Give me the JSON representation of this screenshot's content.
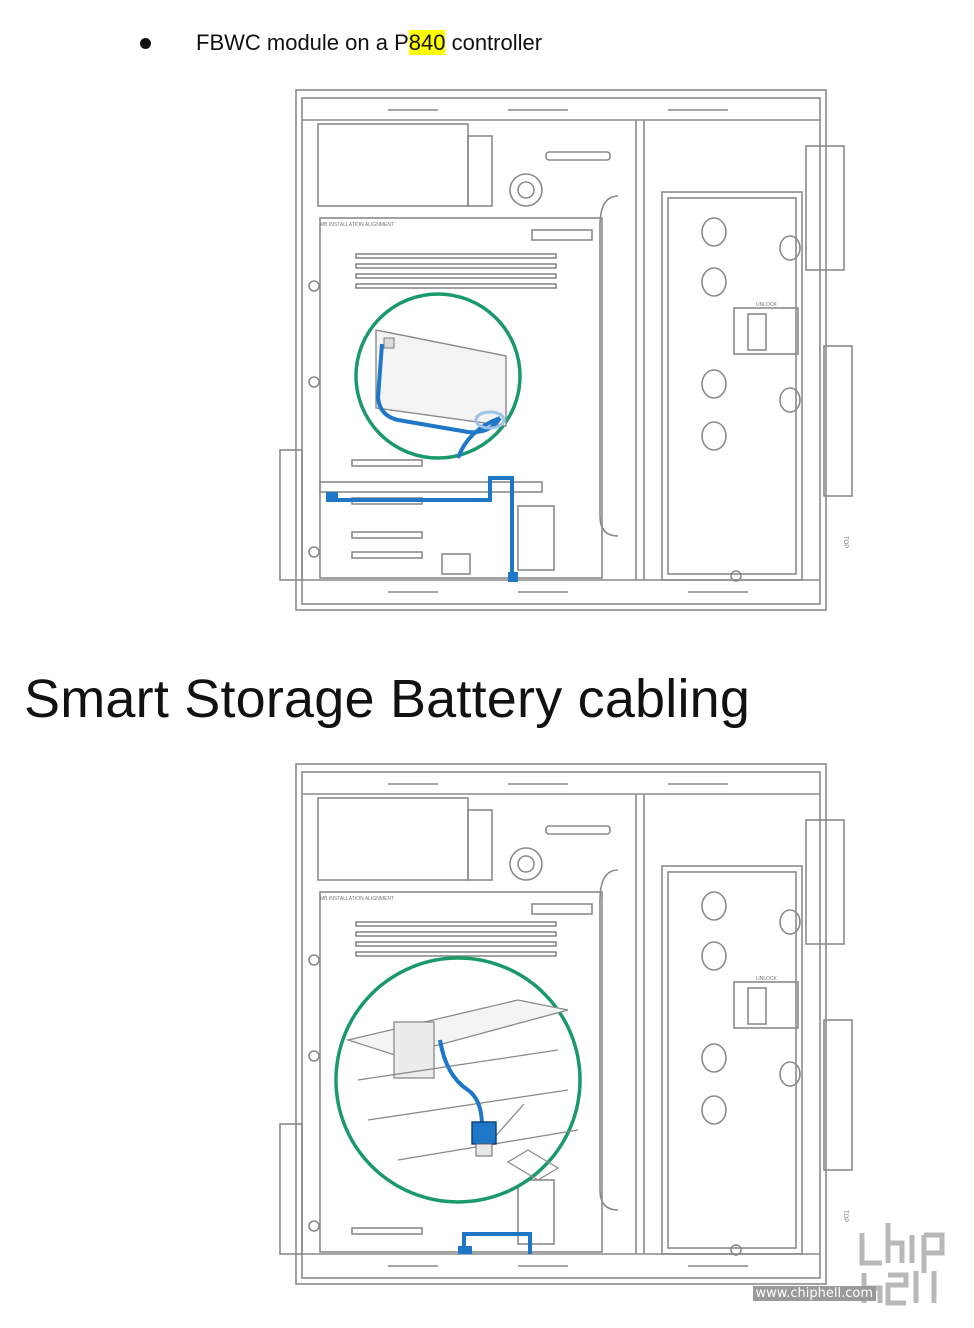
{
  "bullet": {
    "prefix": "FBWC module on a P",
    "highlight": "840",
    "suffix": " controller"
  },
  "heading": "Smart Storage Battery cabling",
  "diagram_labels": {
    "mb_alignment": "MB INSTALLATION ALIGNMENT",
    "unlock": "UNLOCK",
    "top": "TOP"
  },
  "watermark": {
    "text": "www.chiphell.com"
  },
  "colors": {
    "cable": "#1f77c8",
    "callout_ring": "#1a9a6a",
    "line": "#8a8a8a",
    "highlight": "#ffff00"
  }
}
